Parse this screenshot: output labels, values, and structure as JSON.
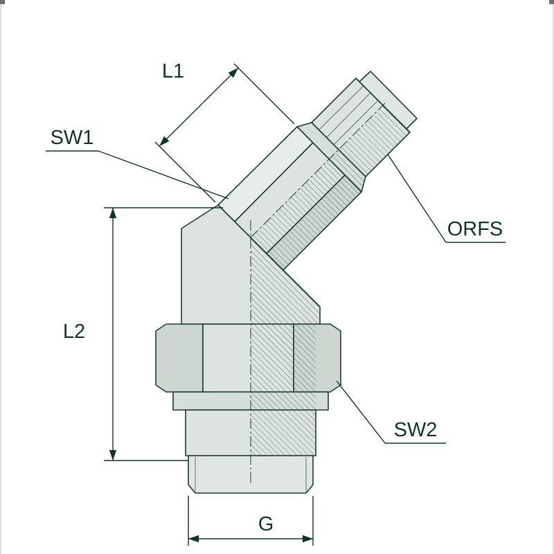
{
  "diagram": {
    "labels": {
      "l1": "L1",
      "sw1": "SW1",
      "l2": "L2",
      "orfs": "ORFS",
      "sw2": "SW2",
      "g": "G"
    },
    "colors": {
      "line": "#1c3a31",
      "dimension": "#10332a",
      "body_fill": "#dde4e0",
      "facet_fill": "#cdd6d1",
      "hatch_line": "#44605a",
      "background": "#ffffff"
    }
  }
}
